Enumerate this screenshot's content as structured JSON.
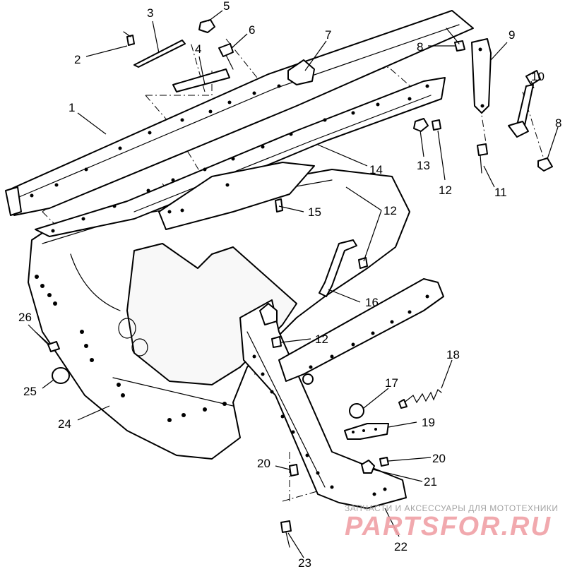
{
  "callouts": {
    "c1": "1",
    "c2": "2",
    "c3": "3",
    "c4": "4",
    "c5": "5",
    "c6": "6",
    "c7": "7",
    "c8a": "8",
    "c8b": "8",
    "c9": "9",
    "c10": "10",
    "c11": "11",
    "c12a": "12",
    "c12b": "12",
    "c12c": "12",
    "c13": "13",
    "c14": "14",
    "c15": "15",
    "c16": "16",
    "c17": "17",
    "c18": "18",
    "c19": "19",
    "c20a": "20",
    "c20b": "20",
    "c21": "21",
    "c22": "22",
    "c23": "23",
    "c24": "24",
    "c25": "25",
    "c26": "26"
  },
  "watermark": {
    "subtitle": "ЗАПЧАСТИ И АКСЕССУАРЫ ДЛЯ МОТОТЕХНИКИ",
    "brand": "PARTSFOR.RU"
  }
}
